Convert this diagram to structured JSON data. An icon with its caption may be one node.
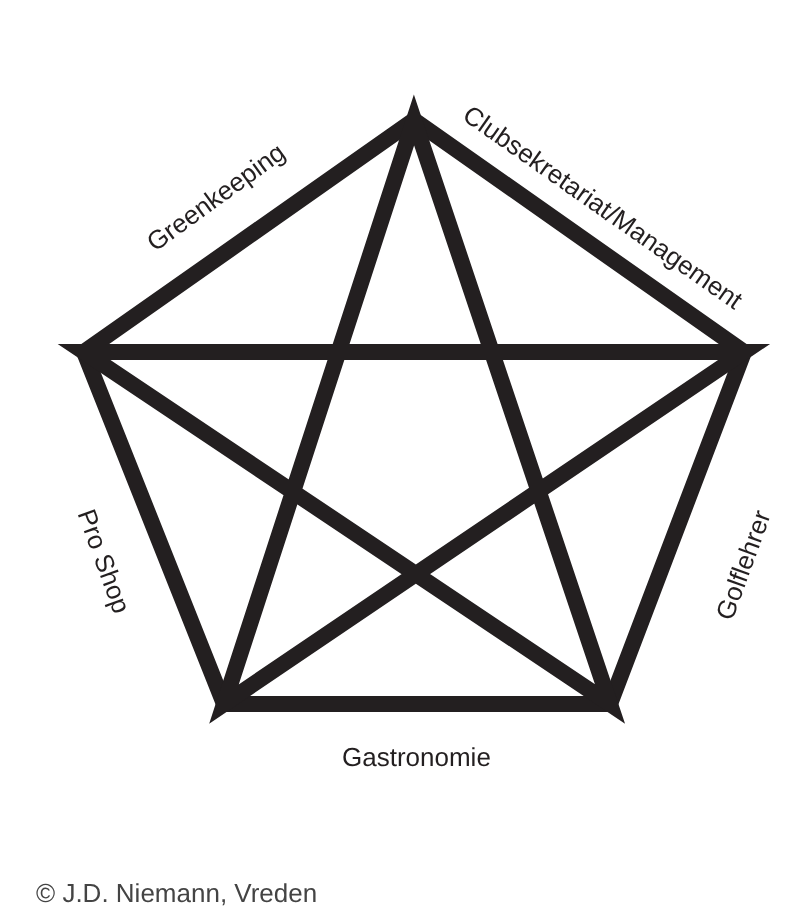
{
  "diagram": {
    "labels": [
      "Greenkeeping",
      "Clubsekretariat/Management",
      "Pro Shop",
      "Golflehrer",
      "Gastronomie",
      "© J.D. Niemann, Vreden"
    ]
  }
}
